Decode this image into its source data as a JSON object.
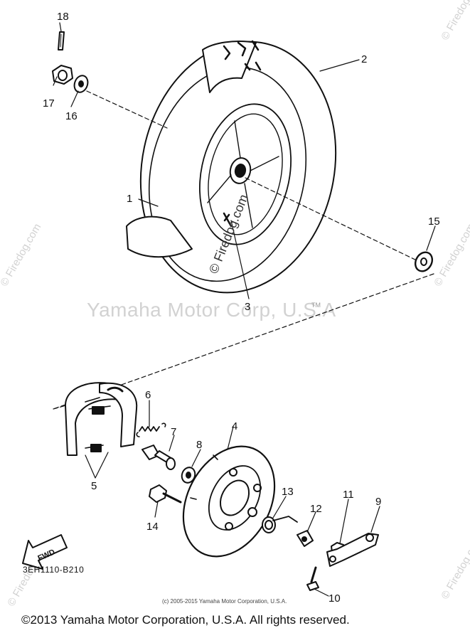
{
  "watermarks": {
    "main": "Yamaha Motor Corp, U.S.A",
    "trademark": "TM",
    "site_diagonal": "© Firedog.com",
    "site_side": "© Firedog.com"
  },
  "callouts": [
    "1",
    "2",
    "3",
    "4",
    "5",
    "6",
    "7",
    "8",
    "9",
    "10",
    "11",
    "12",
    "13",
    "14",
    "15",
    "16",
    "17",
    "18"
  ],
  "arrow_label": "FWD",
  "diagram_code": "3EH1110-B210",
  "small_copyright": "(c) 2005-2015 Yamaha Motor Corporation, U.S.A.",
  "footer_copyright": "©2013 Yamaha Motor Corporation, U.S.A. All rights reserved."
}
